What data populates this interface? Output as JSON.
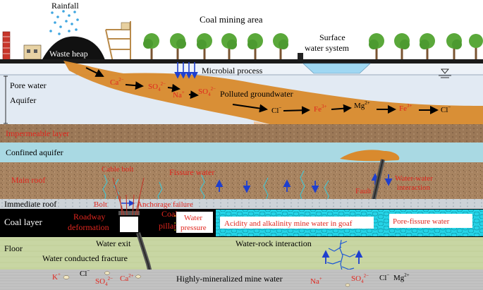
{
  "surface": {
    "rainfall": "Rainfall",
    "waste_heap": "Waste heap",
    "coal_mining_area": "Coal mining area",
    "surface_water_system_l1": "Surface",
    "surface_water_system_l2": "water system",
    "microbial_process": "Microbial process"
  },
  "aquifer": {
    "label": "Aquifer",
    "pore_water": "Pore water",
    "polluted_groundwater": "Polluted groundwater",
    "ions": {
      "ca": "Ca",
      "ca_sup": "2−",
      "so4": "SO",
      "so4_sub": "4",
      "so4_sup": "2−",
      "na": "Na",
      "na_sup": "+",
      "so4b": "SO",
      "so4b_sub": "4",
      "so4b_sup": "2−",
      "cl": "Cl",
      "cl_sup": "−",
      "fe": "Fe",
      "fe_sup": "3+",
      "mg": "Mg",
      "mg_sup": "2+",
      "fe2": "Fe",
      "fe2_sup": "3+",
      "cl2": "Cl",
      "cl2_sup": "−"
    }
  },
  "layers": {
    "impermeable": "Impermeable layer",
    "confined_aquifer": "Confined aquifer",
    "main_roof": "Main roof",
    "immediate_roof": "Immediate roof",
    "coal_layer": "Coal layer",
    "floor": "Floor"
  },
  "labels": {
    "cable_bolt": "Cable bolt",
    "fissure_water": "Fissure water",
    "fault": "Fault",
    "water_water_l1": "Water-water",
    "water_water_l2": "interaction",
    "bolt": "Bolt",
    "anchorage_failure": "Anchorage failure",
    "roadway_l1": "Roadway",
    "roadway_l2": "deformation",
    "coal_pillar_l1": "Coal",
    "coal_pillar_l2": "pillar",
    "water_pressure_l1": "Water",
    "water_pressure_l2": "pressure",
    "acidity": "Acidity and alkalinity mine water in goaf",
    "pore_fissure": "Pore-fissure water",
    "water_exit": "Water exit",
    "water_conducted_fracture": "Water conducted fracture",
    "water_rock": "Water-rock interaction",
    "high_mineral": "Highly-mineralized mine water"
  },
  "bottom_ions": {
    "k": "K",
    "k_sup": "+",
    "cl": "Cl",
    "cl_sup": "−",
    "so4": "SO",
    "so4_sub": "4",
    "so4_sup": "2−",
    "ca": "Ca",
    "ca_sup": "2+",
    "na": "Na",
    "na_sup": "+",
    "so4b": "SO",
    "so4b_sub": "4",
    "so4b_sup": "2−",
    "cl2": "Cl",
    "cl2_sup": "−",
    "mg": "Mg",
    "mg_sup": "2+"
  },
  "colors": {
    "aquifer": "#dfe8f2",
    "impermeable": "#9c7a5a",
    "confined": "#a9d9e3",
    "roof": "#a47d58",
    "immediate": "#c9d0d6",
    "coal": "#000000",
    "goaf": "#2fd8e8",
    "floor": "#c9d7a5",
    "bottom": "#c2c2c2",
    "plume": "#d9862a",
    "red_text": "#e0261e",
    "arrow_blue": "#1e3fcf"
  }
}
